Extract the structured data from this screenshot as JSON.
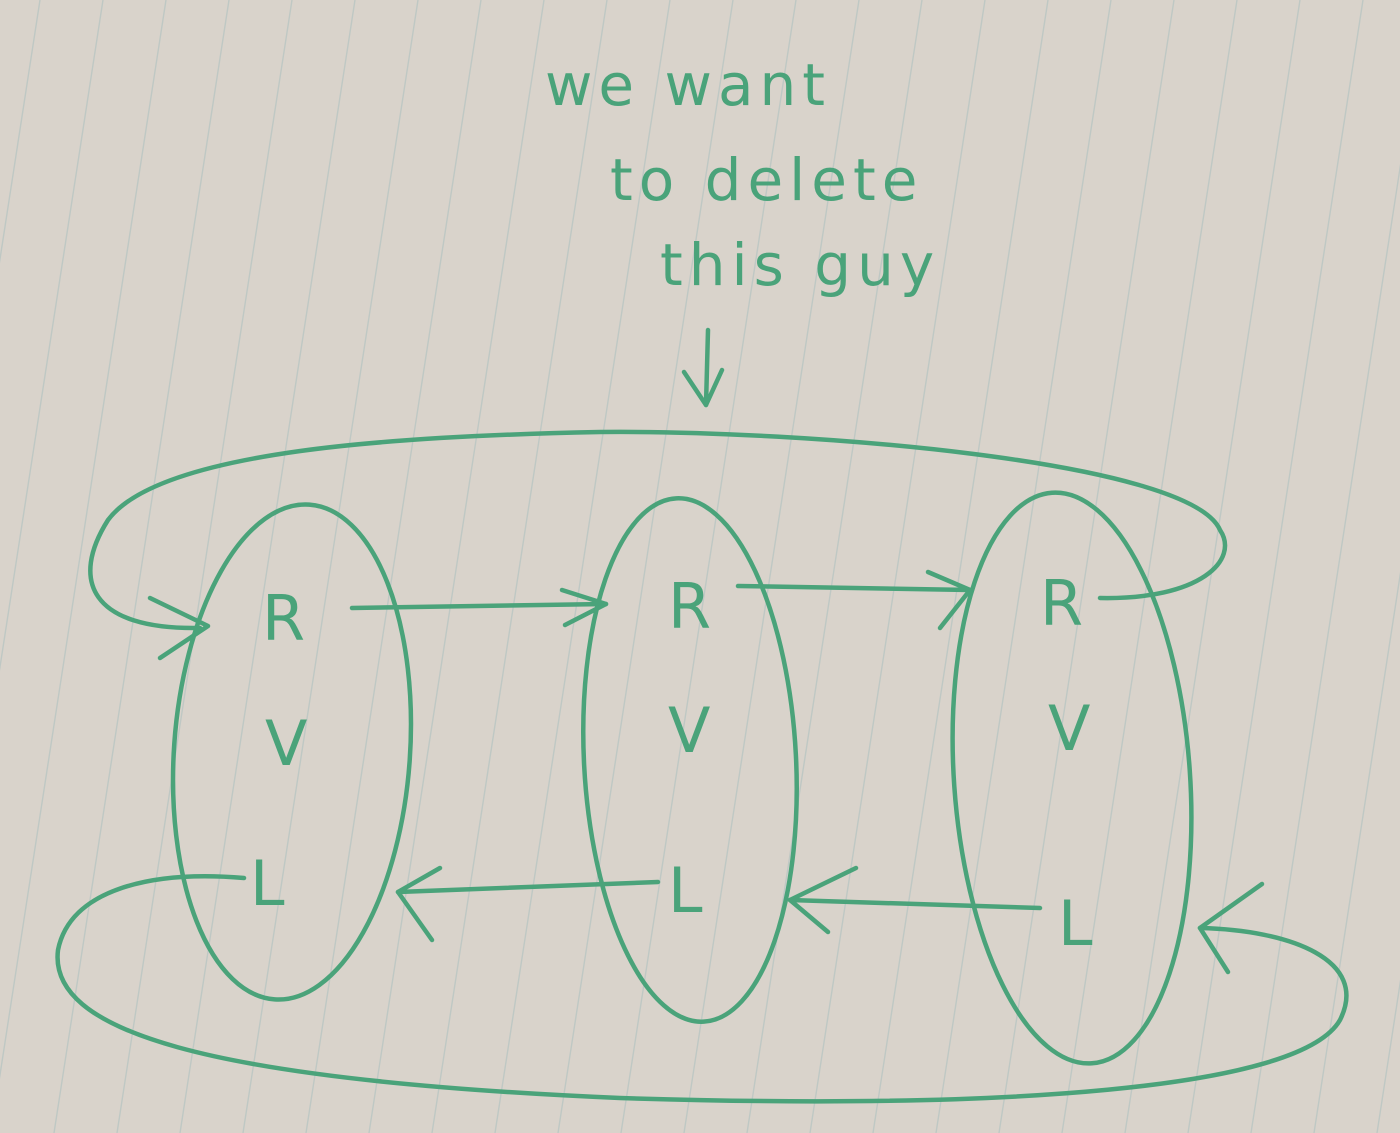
{
  "annotation": {
    "lines": [
      "we want",
      "to delete",
      "this guy"
    ]
  },
  "nodes": [
    {
      "name": "node-left",
      "fields": [
        "R",
        "V",
        "L"
      ]
    },
    {
      "name": "node-middle",
      "fields": [
        "R",
        "V",
        "L"
      ]
    },
    {
      "name": "node-right",
      "fields": [
        "R",
        "V",
        "L"
      ]
    }
  ],
  "colors": {
    "ink": "#4aa37a",
    "paper": "#d9d3cb",
    "rule_line": "#bfc8c4"
  }
}
